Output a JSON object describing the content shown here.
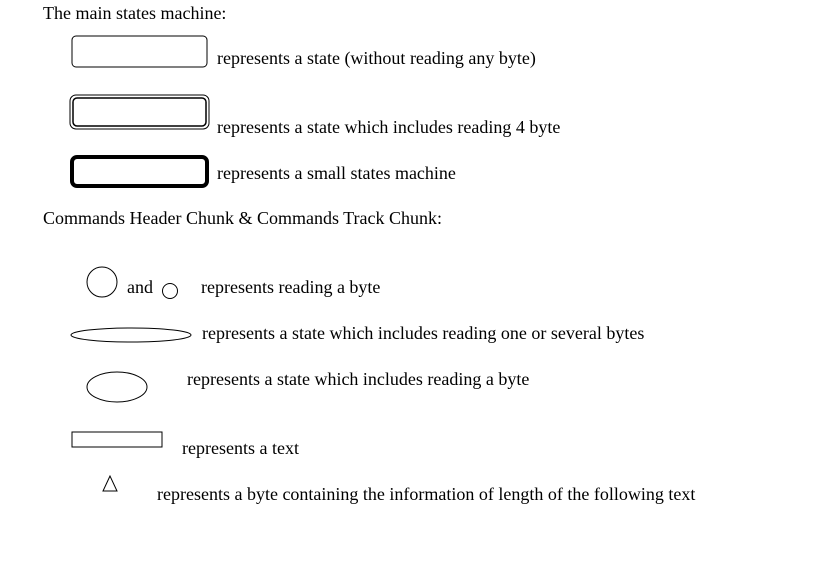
{
  "sections": {
    "main": {
      "heading": "The main states machine:",
      "items": [
        {
          "icon": "rounded-rect-icon",
          "label": "represents a state (without reading any byte)"
        },
        {
          "icon": "double-rounded-rect-icon",
          "label": "represents a state which includes reading 4 byte"
        },
        {
          "icon": "bold-rounded-rect-icon",
          "label": "represents a small states machine"
        }
      ]
    },
    "commands": {
      "heading": "Commands Header Chunk & Commands Track Chunk:",
      "and_text": "and",
      "items": [
        {
          "icon": "circle-icon",
          "label": "represents reading a byte"
        },
        {
          "icon": "flat-ellipse-icon",
          "label": "represents a state which includes reading one or several bytes"
        },
        {
          "icon": "ellipse-icon",
          "label": "represents a state which includes reading a byte"
        },
        {
          "icon": "rectangle-icon",
          "label": "represents a text"
        },
        {
          "icon": "triangle-icon",
          "label": "represents a byte containing the information of length of the following text"
        }
      ]
    }
  }
}
